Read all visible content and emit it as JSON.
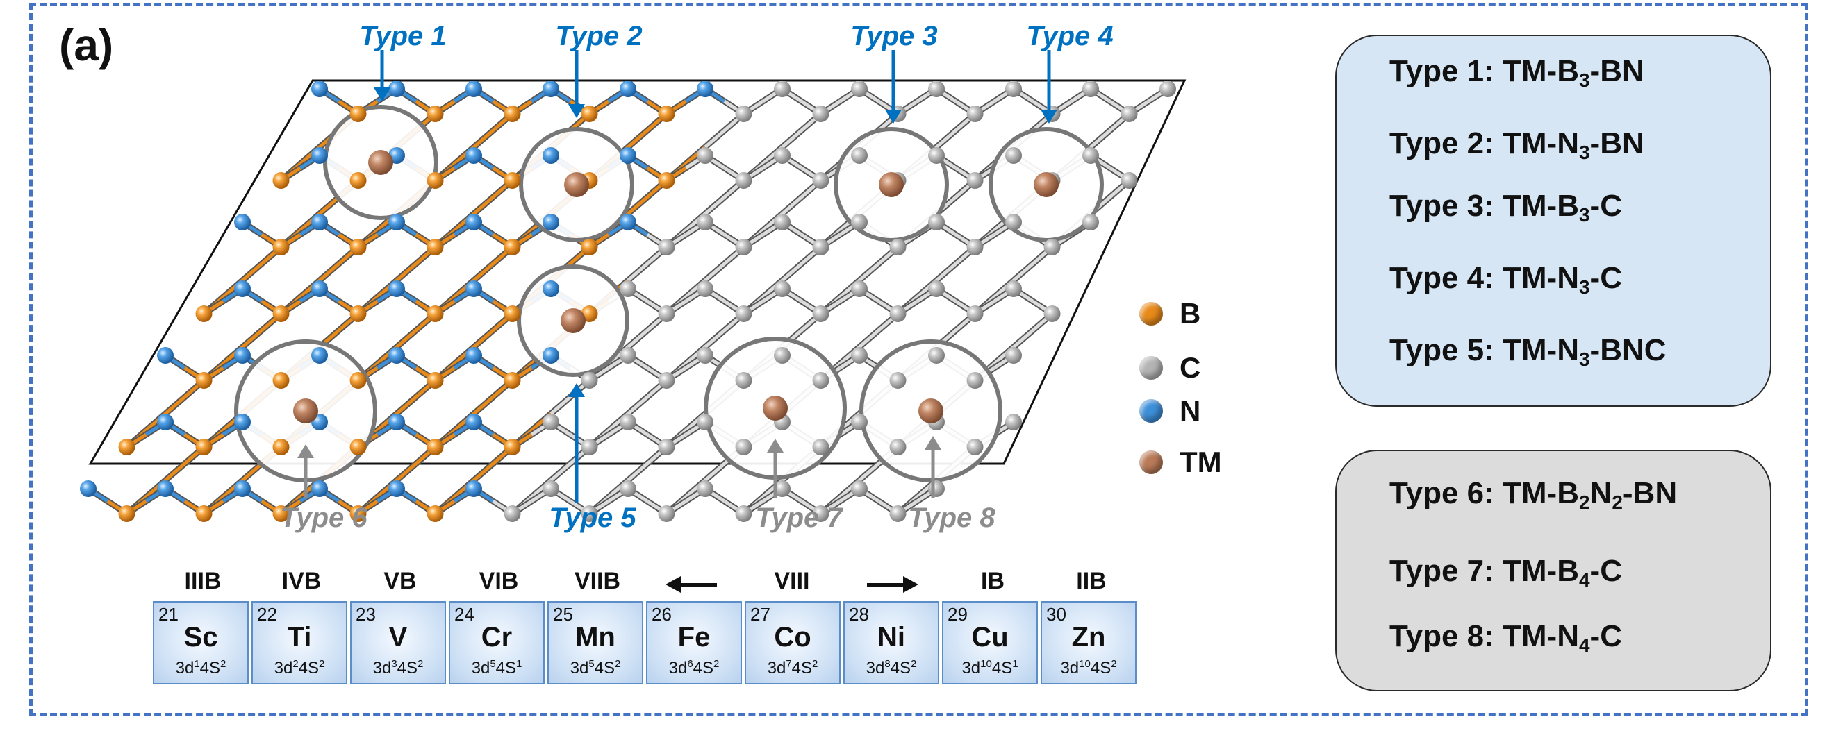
{
  "panel_label": "(a)",
  "type_labels": {
    "t1": "Type 1",
    "t2": "Type 2",
    "t3": "Type 3",
    "t4": "Type 4",
    "t5": "Type 5",
    "t6": "Type 6",
    "t7": "Type 7",
    "t8": "Type 8"
  },
  "legend": [
    {
      "label": "B",
      "color": "#e88a1a"
    },
    {
      "label": "C",
      "color": "#b4b4b4"
    },
    {
      "label": "N",
      "color": "#3d8fd8"
    },
    {
      "label": "TM",
      "color": "#b97a58"
    }
  ],
  "structures_blue": [
    {
      "prefix": "Type 1: TM-",
      "parts": [
        [
          "B",
          "3"
        ],
        [
          "-BN",
          ""
        ]
      ]
    },
    {
      "prefix": "Type 2: TM-",
      "parts": [
        [
          "N",
          "3"
        ],
        [
          "-BN",
          ""
        ]
      ]
    },
    {
      "prefix": "Type 3: TM-",
      "parts": [
        [
          "B",
          "3"
        ],
        [
          "-C",
          ""
        ]
      ]
    },
    {
      "prefix": "Type 4: TM-",
      "parts": [
        [
          "N",
          "3"
        ],
        [
          "-C",
          ""
        ]
      ]
    },
    {
      "prefix": "Type 5: TM-",
      "parts": [
        [
          "N",
          "3"
        ],
        [
          "-BNC",
          ""
        ]
      ]
    }
  ],
  "structures_grey": [
    {
      "prefix": "Type 6: TM-",
      "parts": [
        [
          "B",
          "2"
        ],
        [
          "N",
          "2"
        ],
        [
          "-BN",
          ""
        ]
      ]
    },
    {
      "prefix": "Type 7: TM-",
      "parts": [
        [
          "B",
          "4"
        ],
        [
          "-C",
          ""
        ]
      ]
    },
    {
      "prefix": "Type 8: TM-",
      "parts": [
        [
          "N",
          "4"
        ],
        [
          "-C",
          ""
        ]
      ]
    }
  ],
  "groups": [
    "IIIB",
    "IVB",
    "VB",
    "VIB",
    "VIIB",
    "VIII",
    "IB",
    "IIB"
  ],
  "elements": [
    {
      "num": "21",
      "sym": "Sc",
      "cfg": [
        [
          "3d",
          "1"
        ],
        [
          "4S",
          "2"
        ]
      ]
    },
    {
      "num": "22",
      "sym": "Ti",
      "cfg": [
        [
          "3d",
          "2"
        ],
        [
          "4S",
          "2"
        ]
      ]
    },
    {
      "num": "23",
      "sym": "V",
      "cfg": [
        [
          "3d",
          "3"
        ],
        [
          "4S",
          "2"
        ]
      ]
    },
    {
      "num": "24",
      "sym": "Cr",
      "cfg": [
        [
          "3d",
          "5"
        ],
        [
          "4S",
          "1"
        ]
      ]
    },
    {
      "num": "25",
      "sym": "Mn",
      "cfg": [
        [
          "3d",
          "5"
        ],
        [
          "4S",
          "2"
        ]
      ]
    },
    {
      "num": "26",
      "sym": "Fe",
      "cfg": [
        [
          "3d",
          "6"
        ],
        [
          "4S",
          "2"
        ]
      ]
    },
    {
      "num": "27",
      "sym": "Co",
      "cfg": [
        [
          "3d",
          "7"
        ],
        [
          "4S",
          "2"
        ]
      ]
    },
    {
      "num": "28",
      "sym": "Ni",
      "cfg": [
        [
          "3d",
          "8"
        ],
        [
          "4S",
          "2"
        ]
      ]
    },
    {
      "num": "29",
      "sym": "Cu",
      "cfg": [
        [
          "3d",
          "10"
        ],
        [
          "4S",
          "1"
        ]
      ]
    },
    {
      "num": "30",
      "sym": "Zn",
      "cfg": [
        [
          "3d",
          "10"
        ],
        [
          "4S",
          "2"
        ]
      ]
    }
  ],
  "colors": {
    "boron": "#e88a1a",
    "nitrogen": "#3d8fd8",
    "carbon": "#b4b4b4",
    "tm": "#b97a58",
    "label_blue": "#0070c0",
    "label_gray": "#8c8c8c",
    "frame": "#4472c4"
  }
}
